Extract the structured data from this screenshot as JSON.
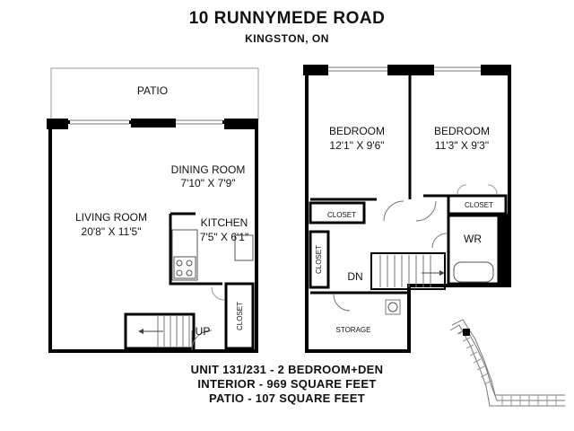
{
  "header": {
    "address": "10 RUNNYMEDE ROAD",
    "city": "KINGSTON, ON"
  },
  "rooms": {
    "patio": "PATIO",
    "dining": {
      "name": "DINING ROOM",
      "dims": "7'10\" X 7'9\""
    },
    "living": {
      "name": "LIVING ROOM",
      "dims": "20'8\" X 11'5\""
    },
    "kitchen": {
      "name": "KITCHEN",
      "dims": "7'5\" X 6'1\""
    },
    "closet_main": "CLOSET",
    "up": "UP",
    "bedroom1": {
      "name": "BEDROOM",
      "dims": "12'1\" X 9'6\""
    },
    "bedroom2": {
      "name": "BEDROOM",
      "dims": "11'3\" X 9'3\""
    },
    "closet_b1": "CLOSET",
    "closet_b2": "CLOSET",
    "wr": "WR",
    "closet_hall": "CLOSET",
    "dn": "DN",
    "storage": "STORAGE"
  },
  "footer": {
    "unit": "UNIT 131/231 - 2 BEDROOM+DEN",
    "interior": "INTERIOR - 969 SQUARE FEET",
    "patio": "PATIO - 107 SQUARE FEET"
  },
  "colors": {
    "wall": "#000000",
    "line": "#555555",
    "light": "#999999",
    "highlight": "#000000"
  }
}
